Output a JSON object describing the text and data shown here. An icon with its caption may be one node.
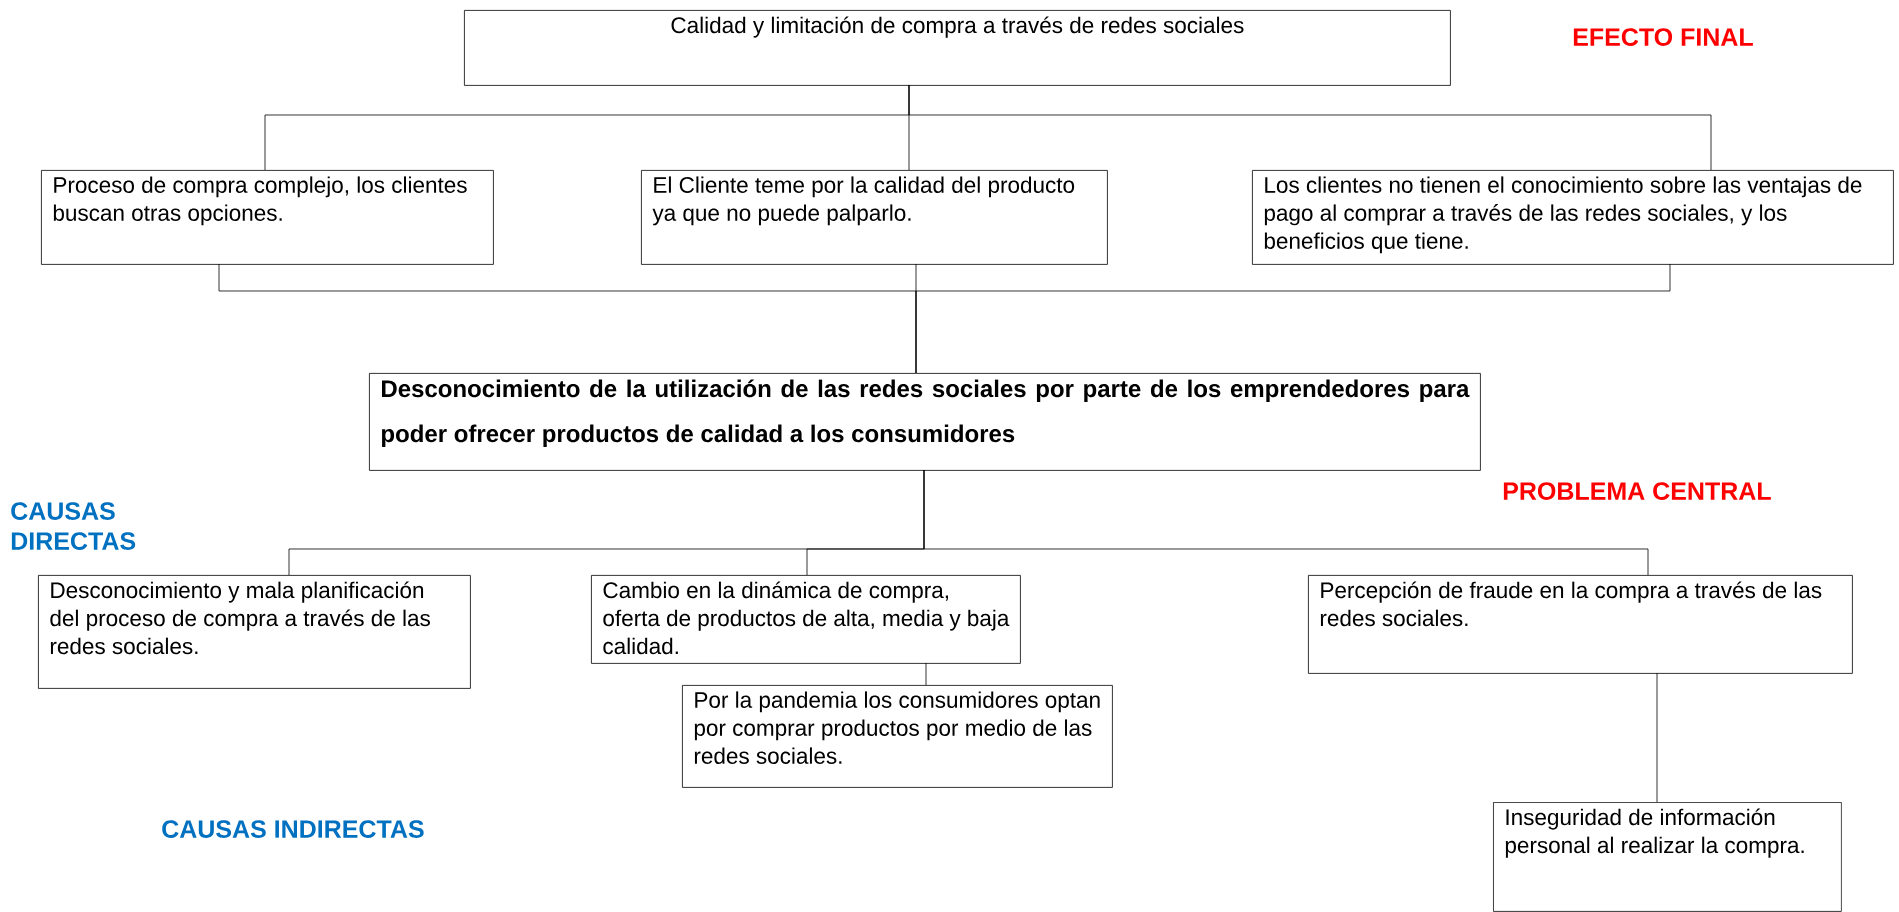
{
  "diagram": {
    "nodes": [
      {
        "text": [
          "Calidad y limitación de compra a través de redes sociales"
        ]
      },
      {
        "text": [
          "Proceso de compra complejo, los clientes buscan otras opciones."
        ]
      },
      {
        "text": [
          "El Cliente teme por la calidad del producto ya que no puede palparlo."
        ]
      },
      {
        "text": [
          "Los clientes no tienen el conocimiento sobre las ventajas de pago al comprar a través de las redes sociales, y los beneficios que tiene."
        ]
      },
      {
        "text": [
          "Desconocimiento de la utilización de las redes sociales por parte de los emprendedores para poder ofrecer productos de calidad a los consumidores"
        ]
      },
      {
        "text": [
          "Desconocimiento y mala planificación del proceso de compra a través de las redes sociales."
        ]
      },
      {
        "text": [
          "Cambio en la dinámica de compra, oferta de productos de alta, media y baja calidad."
        ]
      },
      {
        "text": [
          "Percepción de fraude en la compra a través de las redes sociales."
        ]
      },
      {
        "text": [
          "Por la pandemia los consumidores optan por comprar productos por medio de las redes sociales."
        ]
      },
      {
        "text": [
          "Inseguridad de información personal al realizar la compra."
        ]
      }
    ],
    "edges": [
      {
        "from": 0,
        "to": 1,
        "arrow": "none"
      },
      {
        "from": 0,
        "to": 2,
        "arrow": "none"
      },
      {
        "from": 0,
        "to": 3,
        "arrow": "none"
      },
      {
        "from": 4,
        "to": 1,
        "arrow": "none"
      },
      {
        "from": 4,
        "to": 2,
        "arrow": "none"
      },
      {
        "from": 4,
        "to": 3,
        "arrow": "none"
      },
      {
        "from": 4,
        "to": 5,
        "arrow": "none"
      },
      {
        "from": 4,
        "to": 6,
        "arrow": "none"
      },
      {
        "from": 4,
        "to": 7,
        "arrow": "none"
      },
      {
        "from": 6,
        "to": 8,
        "arrow": "none"
      },
      {
        "from": 7,
        "to": 9,
        "arrow": "none"
      }
    ],
    "labels": [
      "EFECTO FINAL",
      "PROBLEMA CENTRAL",
      "CAUSAS DIRECTAS",
      "CAUSAS INDIRECTAS"
    ]
  }
}
